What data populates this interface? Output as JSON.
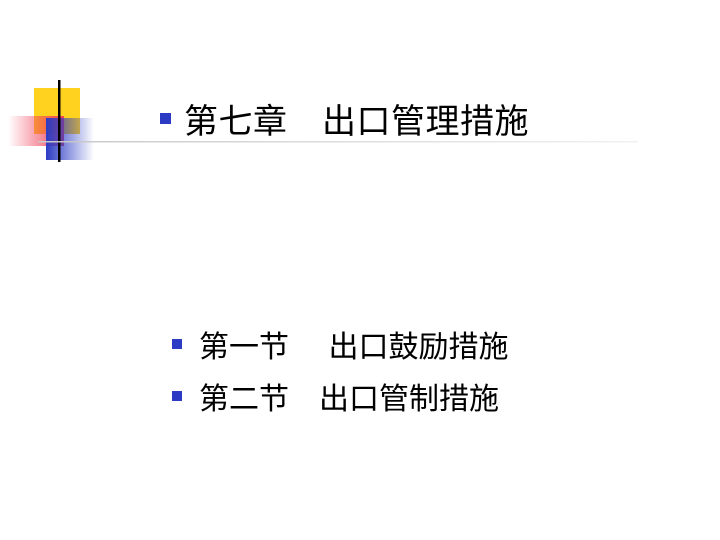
{
  "slide": {
    "title": "第七章　出口管理措施",
    "items": [
      {
        "label": "第一节　 出口鼓励措施"
      },
      {
        "label": "第二节　出口管制措施"
      }
    ]
  },
  "colors": {
    "accent_yellow": "#ffd21f",
    "accent_red": "#f0405a",
    "accent_blue": "#2b3bc4",
    "bullet": "#2b3bc4",
    "rule": "#d8d8d8"
  }
}
